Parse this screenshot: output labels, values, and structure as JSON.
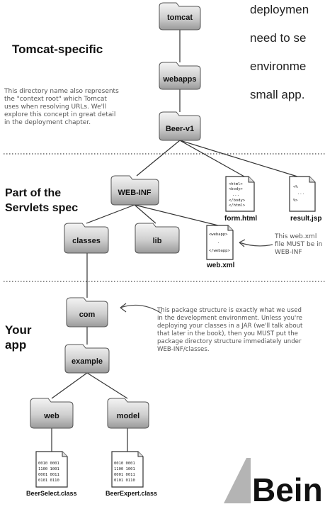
{
  "intro_text": [
    "deploymen",
    "need to se",
    "environme",
    "small app."
  ],
  "sections": {
    "tomcat": [
      "Tomcat-specific"
    ],
    "servlets": [
      "Part of the",
      "Servlets spec"
    ],
    "yourapp": [
      "Your",
      "app"
    ]
  },
  "folders": {
    "tomcat": "tomcat",
    "webapps": "webapps",
    "beer": "Beer-v1",
    "webinf": "WEB-INF",
    "classes": "classes",
    "lib": "lib",
    "com": "com",
    "example": "example",
    "web": "web",
    "model": "model"
  },
  "files": {
    "form": "form.html",
    "result": "result.jsp",
    "webxml": "web.xml",
    "beerselect": "BeerSelect.class",
    "beerexpert": "BeerExpert.class"
  },
  "file_contents": {
    "form": [
      "<html>",
      "<body>",
      "...",
      "</body>",
      "</html>"
    ],
    "result": [
      "<%",
      "...",
      "%>"
    ],
    "webxml": [
      "<webapp>",
      ".",
      "</webapp>"
    ],
    "classfile": [
      "0010 0001",
      "1100 1001",
      "0001 0011",
      "0101 0110"
    ]
  },
  "notes": {
    "context_root": [
      "This directory name also represents",
      "the \"context root\" which Tomcat",
      "uses when resolving URLs. We'll",
      "explore this concept in great detail",
      "in the deployment chapter."
    ],
    "webxml": [
      "This web.xml",
      "file MUST be in",
      "WEB-INF"
    ],
    "package": [
      "This package structure is exactly what we used",
      "in the development environment. Unless you're",
      "deploying your classes in a JAR (we'll talk about",
      "that later in the book), then you MUST put the",
      "package directory structure immediately under",
      "WEB-INF/classes."
    ]
  },
  "bottom_title": "Bein"
}
